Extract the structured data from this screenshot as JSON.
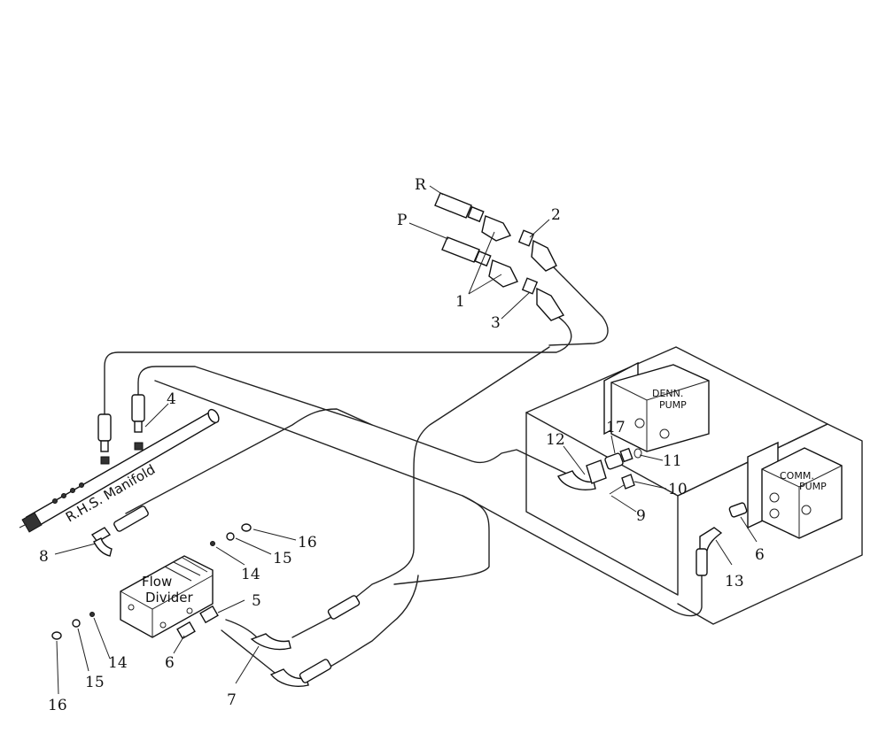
{
  "labels": {
    "R": "R",
    "P": "P",
    "c1": "1",
    "c2": "2",
    "c3": "3",
    "c4": "4",
    "c5": "5",
    "c6a": "6",
    "c6b": "6",
    "c7": "7",
    "c8": "8",
    "c9": "9",
    "c10": "10",
    "c11": "11",
    "c12": "12",
    "c13": "13",
    "c14a": "14",
    "c14b": "14",
    "c15a": "15",
    "c15b": "15",
    "c16a": "16",
    "c16b": "16",
    "c17": "17"
  },
  "text": {
    "manifold": "R.H.S. Manifold",
    "flow": "Flow",
    "divider": "Divider",
    "denn_1": "DENN.",
    "denn_2": "PUMP",
    "comm_1": "COMM.",
    "comm_2": "PUMP"
  }
}
